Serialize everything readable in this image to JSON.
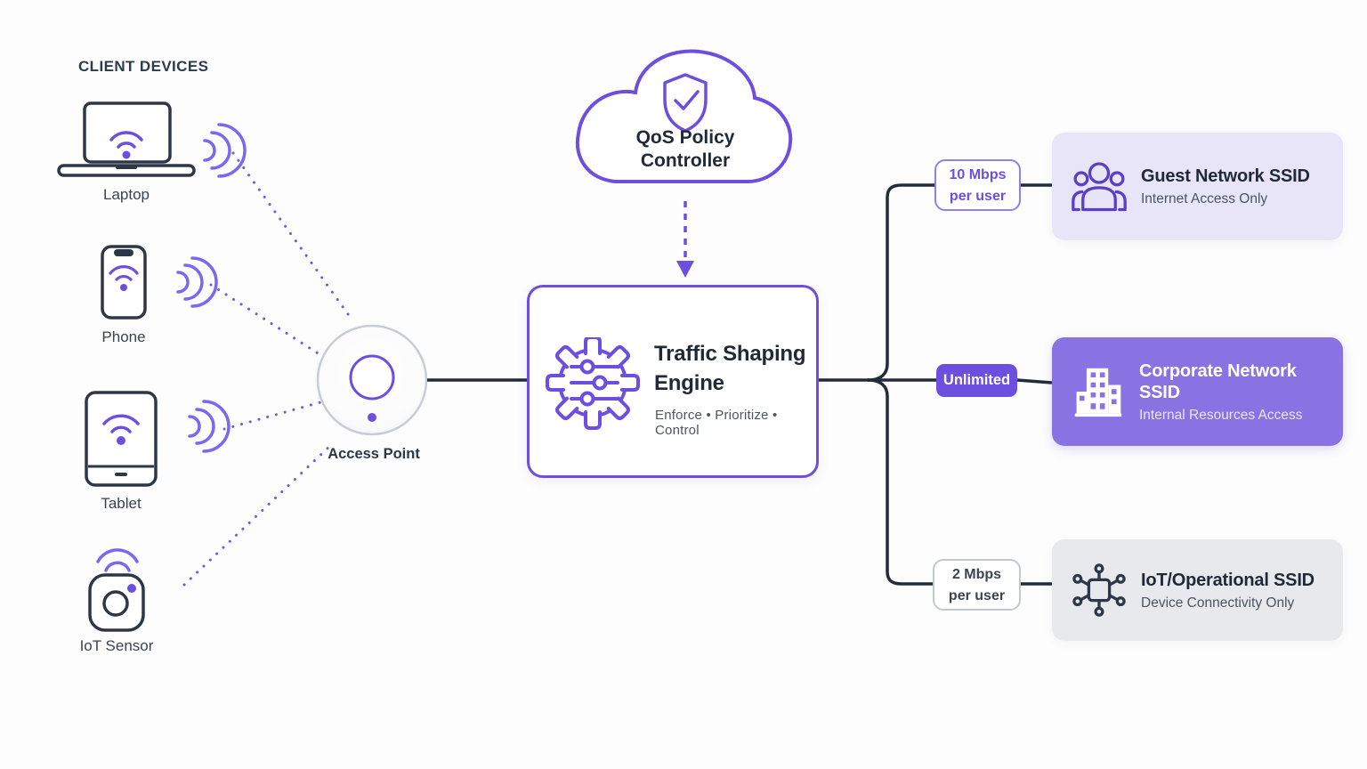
{
  "palette": {
    "accent": "#6d4fe0",
    "accent_light": "#8f7ff2",
    "wifi_purple": "#7a68f0",
    "line_dark": "#232c3a",
    "text_dark": "#1f2937",
    "text_gray": "#4b5563",
    "card_guest_bg": "#e9e5f8",
    "card_corporate_bg": "#8973e3",
    "card_iot_bg": "#e8e9ec"
  },
  "header": {
    "title": "CLIENT DEVICES"
  },
  "devices": {
    "items": [
      {
        "label": "Laptop",
        "icon": "laptop-icon"
      },
      {
        "label": "Phone",
        "icon": "phone-icon"
      },
      {
        "label": "Tablet",
        "icon": "tablet-icon"
      },
      {
        "label": "IoT Sensor",
        "icon": "iot-sensor-icon"
      }
    ]
  },
  "access_point": {
    "label": "Access Point"
  },
  "qos": {
    "line1": "QoS Policy",
    "line2": "Controller",
    "icon": "cloud-shield-check-icon"
  },
  "engine": {
    "line1": "Traffic Shaping",
    "line2": "Engine",
    "tagline": "Enforce  •  Prioritize • Control",
    "icon": "gear-sliders-icon"
  },
  "branches": [
    {
      "badge": {
        "line1": "10 Mbps",
        "line2": "per user",
        "style": "purple-outline"
      },
      "card": {
        "title": "Guest Network SSID",
        "subtitle": "Internet Access Only",
        "icon": "people-group-icon"
      }
    },
    {
      "badge": {
        "line1": "Unlimited",
        "style": "purple-solid"
      },
      "card": {
        "title": "Corporate Network SSID",
        "subtitle": "Internal Resources Access",
        "icon": "building-icon"
      }
    },
    {
      "badge": {
        "line1": "2 Mbps",
        "line2": "per user",
        "style": "gray-outline"
      },
      "card": {
        "title": "IoT/Operational SSID",
        "subtitle": "Device Connectivity Only",
        "icon": "iot-hub-icon"
      }
    }
  ]
}
